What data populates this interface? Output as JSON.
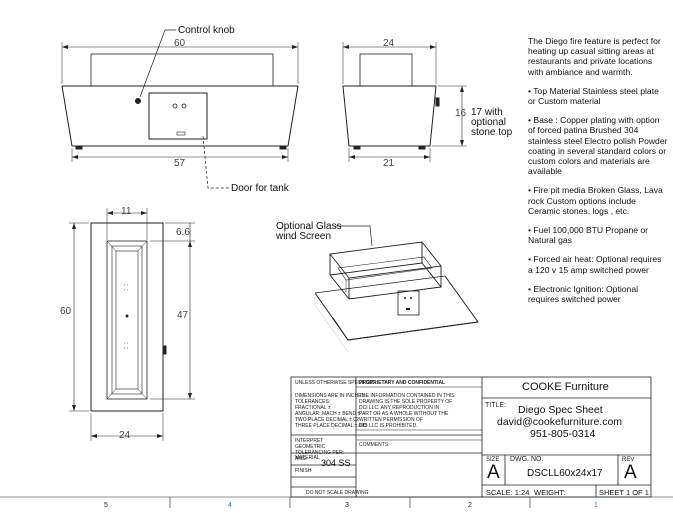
{
  "views": {
    "front": {
      "width_label": "60",
      "base_label": "57"
    },
    "side": {
      "width_label": "24",
      "base_label": "21",
      "height_label": "16",
      "note": "17 with optional stone top"
    },
    "top": {
      "width_label": "11",
      "inner_offset_label": "6.6",
      "length_label": "60",
      "depth_label": "47",
      "base_width_label": "24"
    }
  },
  "callouts": {
    "control_knob": "Control knob",
    "door_for_tank": "Door for tank",
    "optional_glass": "Optional Glass wind Screen"
  },
  "description": {
    "intro": "The Diego fire feature is perfect for heating up casual sitting areas at restaurants and private locations with ambiance and warmth.",
    "bullets": [
      "• Top Material Stainless steel plate or Custom material",
      "• Base : Copper plating with option of forced patina Brushed 304 stainless steel Electro polish Powder coating in several standard colors or custom colors and materials are available",
      "• Fire pit media Broken Glass, Lava rock Custom options include Ceramic stones, logs , etc.",
      "• Fuel 100,000 BTU Propane or Natural gas",
      "• Forced air heat: Optional requires a 120 v 15 amp switched power",
      "• Electronic Ignition: Optional requires switched power"
    ]
  },
  "title_block": {
    "tolerance_header": "UNLESS OTHERWISE SPECIFIED:",
    "tolerance_lines": [
      "DIMENSIONS ARE IN INCHES",
      "TOLERANCES:",
      "FRACTIONAL ±",
      "ANGULAR: MACH ±  BEND ±",
      "TWO PLACE DECIMAL  ±.02",
      "THREE PLACE DECIMAL  ±.005"
    ],
    "interpret": "INTERPRET GEOMETRIC TOLERANCING PER: ANSI",
    "material_label": "MATERIAL",
    "material_value": "304 SS",
    "finish_label": "FINISH",
    "do_not_scale": "DO NOT SCALE DRAWING",
    "proprietary_header": "PROPRIETARY AND CONFIDENTIAL",
    "proprietary_text": [
      "THE INFORMATION CONTAINED IN THIS",
      "DRAWING IS THE SOLE PROPERTY OF",
      "DCI LLC. ANY REPRODUCTION IN",
      "PART OR AS A WHOLE WITHOUT THE",
      "WRITTEN PERMISSION OF",
      "DCI LLC IS PROHIBITED."
    ],
    "comments_label": "COMMENTS:",
    "company": "COOKE Furniture",
    "title_label": "TITLE:",
    "title_lines": [
      "Diego Spec Sheet",
      "david@cookefurniture.com",
      "951-805-0314"
    ],
    "size_label": "SIZE",
    "size_value": "A",
    "dwg_label": "DWG.  NO.",
    "dwg_value": "DSCLL60x24x17",
    "rev_label": "REV",
    "rev_value": "A",
    "scale": "SCALE: 1:24",
    "weight": "WEIGHT:",
    "sheet": "SHEET 1 OF 1"
  },
  "border_zones": [
    "5",
    "4",
    "3",
    "2",
    "1"
  ]
}
